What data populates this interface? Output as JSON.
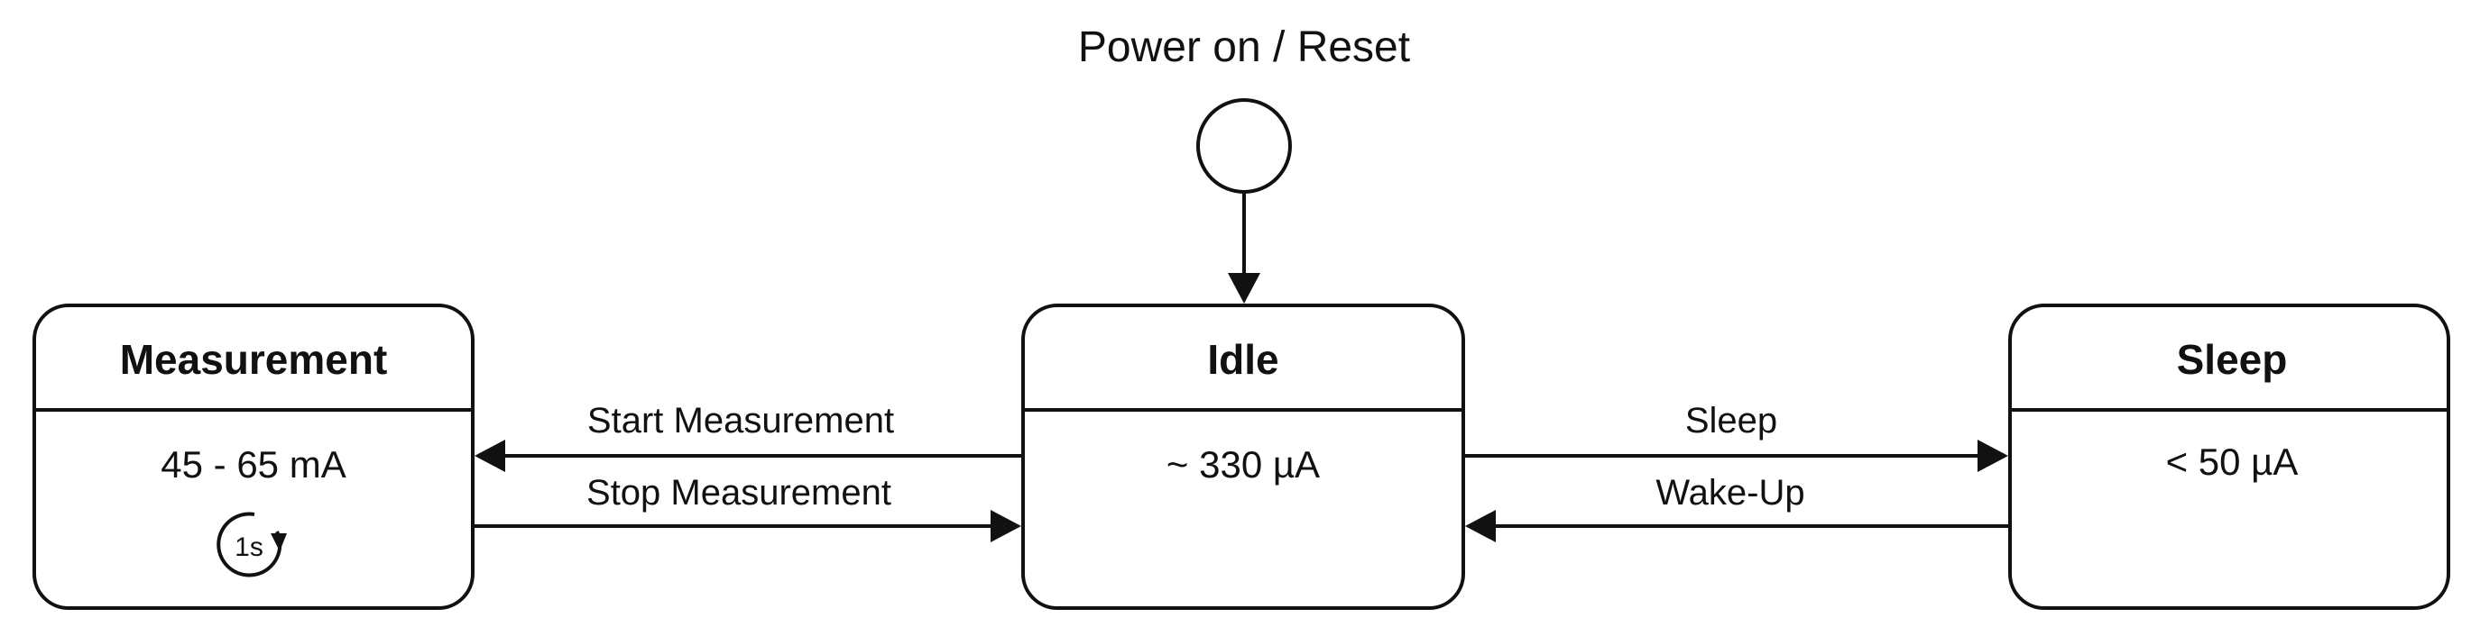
{
  "start": {
    "label": "Power on / Reset"
  },
  "states": {
    "measurement": {
      "title": "Measurement",
      "current": "45 - 65 mA",
      "cycle_label": "1s"
    },
    "idle": {
      "title": "Idle",
      "current": "~ 330 µA"
    },
    "sleep": {
      "title": "Sleep",
      "current": "< 50 µA"
    }
  },
  "transitions": {
    "start_measurement": "Start Measurement",
    "stop_measurement": "Stop Measurement",
    "sleep": "Sleep",
    "wake_up": "Wake-Up"
  }
}
